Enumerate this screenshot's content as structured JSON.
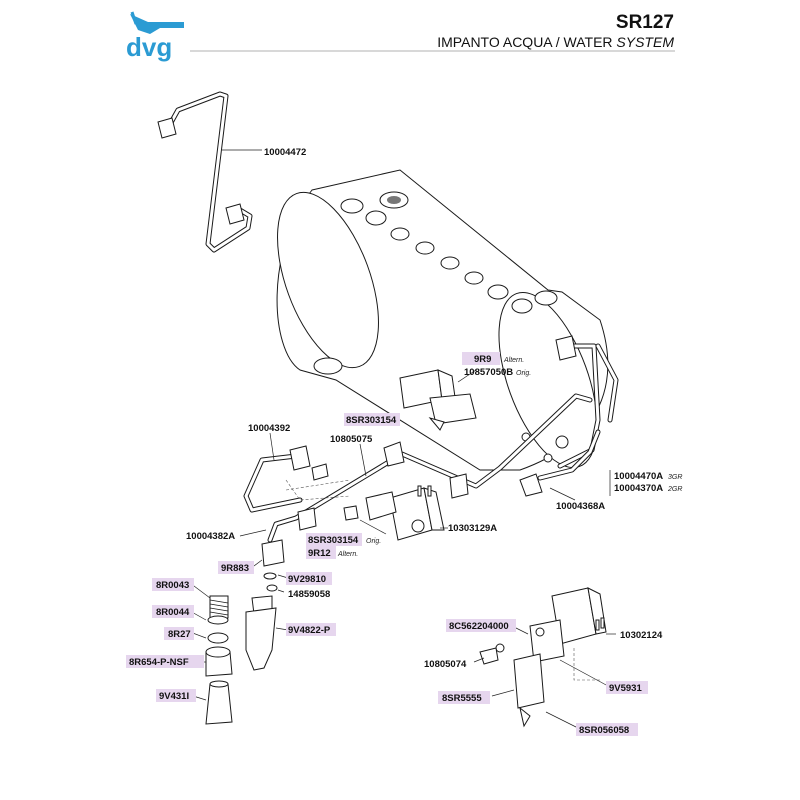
{
  "header": {
    "brand": "dvg",
    "model": "SR127",
    "title_main": "IMPANTO ACQUA / WATER ",
    "title_italic": "SYSTEM"
  },
  "colors": {
    "brand": "#2b9bd3",
    "highlight": "#e6d6ee",
    "line": "#1a1a1a"
  },
  "labels": {
    "p10004472": "10004472",
    "p9R9": "9R9",
    "p9R9_note": "Altern.",
    "p10857050B": "10857050B",
    "p10857050B_note": "Orig.",
    "p8SR303154_top": "8SR303154",
    "p10004392": "10004392",
    "p10805075": "10805075",
    "p10004470A": "10004470A",
    "p10004470A_note": "3GR",
    "p10004370A": "10004370A",
    "p10004370A_note": "2GR",
    "p10004368A": "10004368A",
    "p10004382A": "10004382A",
    "p10303129A": "10303129A",
    "p8SR303154_bot": "8SR303154",
    "p8SR303154_bot_note": "Orig.",
    "p9R12": "9R12",
    "p9R12_note": "Altern.",
    "p9R883": "9R883",
    "p9V29810": "9V29810",
    "p14859058": "14859058",
    "p8R0043": "8R0043",
    "p8R0044": "8R0044",
    "p9V4822P": "9V4822-P",
    "p8R27": "8R27",
    "p8R654PNSF": "8R654-P-NSF",
    "p9V431I": "9V431I",
    "p8C562204000": "8C562204000",
    "p10302124": "10302124",
    "p10805074": "10805074",
    "p9V5931": "9V5931",
    "p8SR5555": "8SR5555",
    "p8SR056058": "8SR056058"
  }
}
